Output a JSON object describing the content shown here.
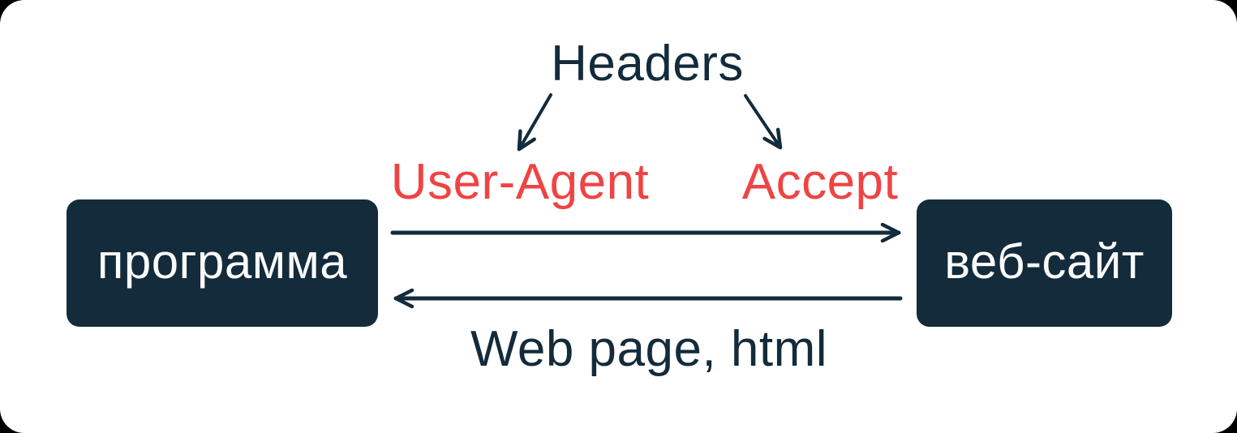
{
  "diagram": {
    "headers_label": "Headers",
    "request_headers": {
      "user_agent_label": "User-Agent",
      "accept_label": "Accept"
    },
    "nodes": {
      "program_label": "программа",
      "website_label": "веб-сайт"
    },
    "response_label": "Web page, html"
  },
  "colors": {
    "navy": "#132B3B",
    "red": "#EF4444",
    "card_background": "#FFFFFF",
    "box_text": "#FBFBFB"
  }
}
